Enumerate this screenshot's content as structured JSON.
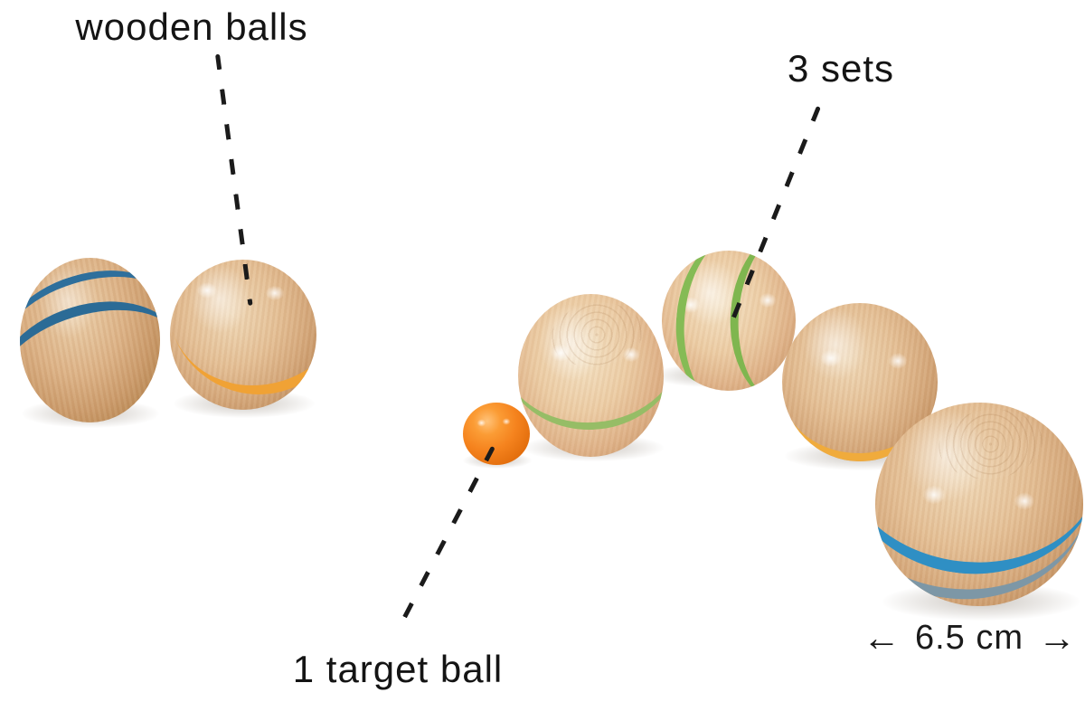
{
  "labels": {
    "wooden_balls": "wooden balls",
    "sets": "3 sets",
    "target_ball": "1 target ball"
  },
  "size_label": {
    "left_arrow": "←",
    "value": "6.5 cm",
    "right_arrow": "→"
  },
  "colors": {
    "background": "#ffffff",
    "annotation_text": "#141414",
    "wood_light": "#f0dcbd",
    "wood_mid": "#dfba8f",
    "wood_dark": "#bd8c5c",
    "stripe_blue": "#2e6f9c",
    "stripe_orange": "#f0a235",
    "stripe_green": "#86bb55",
    "stripe_yellow": "#f0ab3c",
    "stripe_bright_blue": "#2f8fc4",
    "stripe_grey_blue": "#7d97a6",
    "target_orange": "#f5831e"
  },
  "balls": [
    {
      "id": "ball-two-blue-stripes",
      "description": "wooden ball with two blue stripes"
    },
    {
      "id": "ball-orange-stripe",
      "description": "wooden ball with orange stripe"
    },
    {
      "id": "ball-green-stripe",
      "description": "wooden ball with green stripe"
    },
    {
      "id": "ball-two-green-stripes",
      "description": "wooden ball with two green stripes"
    },
    {
      "id": "ball-yellow-stripe",
      "description": "wooden ball with yellow stripe"
    },
    {
      "id": "ball-blue-grey-stripes",
      "description": "large wooden ball with blue and grey stripes"
    },
    {
      "id": "target-ball",
      "description": "small orange target ball"
    }
  ]
}
